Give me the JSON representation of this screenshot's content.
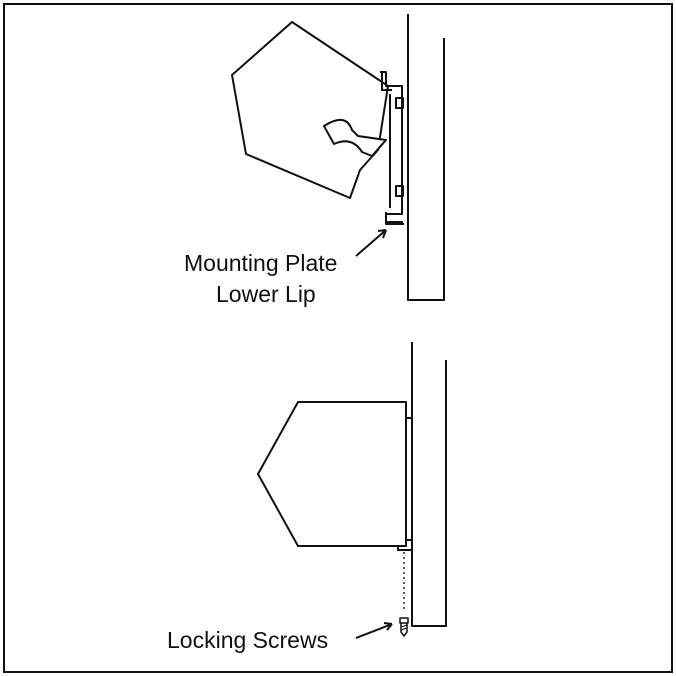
{
  "labels": {
    "mounting_plate_line1": "Mounting Plate",
    "mounting_plate_line2": "Lower Lip",
    "locking_screws": "Locking Screws"
  },
  "colors": {
    "ink": "#111111",
    "background": "#ffffff"
  },
  "icons": {
    "arrow": "curved-arrow-icon",
    "screw": "screw-icon"
  }
}
